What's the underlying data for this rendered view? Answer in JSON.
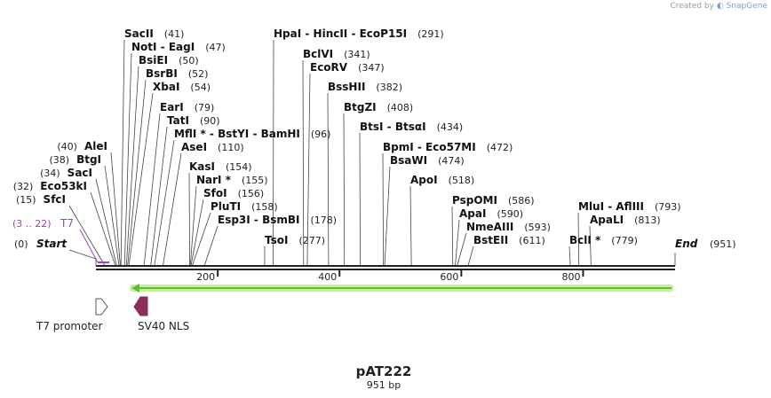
{
  "credit": {
    "prefix": "Created by",
    "brand": "SnapGene"
  },
  "plasmid": {
    "name": "pAT222",
    "length_label": "951 bp",
    "length": 951
  },
  "ruler": {
    "ticks": [
      200,
      400,
      600,
      800
    ]
  },
  "ends": [
    {
      "label": "Start",
      "pos": 0,
      "pos_label": "(0)"
    },
    {
      "label": "End",
      "pos": 951,
      "pos_label": "(951)"
    }
  ],
  "sites": [
    {
      "name": "SfcI",
      "pos": 15,
      "pos_label": "(15)"
    },
    {
      "name": "Eco53kI",
      "pos": 32,
      "pos_label": "(32)"
    },
    {
      "name": "SacI",
      "pos": 34,
      "pos_label": "(34)"
    },
    {
      "name": "BtgI",
      "pos": 38,
      "pos_label": "(38)"
    },
    {
      "name": "AleI",
      "pos": 40,
      "pos_label": "(40)"
    },
    {
      "name": "SacII",
      "pos": 41,
      "pos_label": "(41)"
    },
    {
      "name": "NotI  - EagI",
      "pos": 47,
      "pos_label": "(47)"
    },
    {
      "name": "BsiEI",
      "pos": 50,
      "pos_label": "(50)"
    },
    {
      "name": "BsrBI",
      "pos": 52,
      "pos_label": "(52)"
    },
    {
      "name": "XbaI",
      "pos": 54,
      "pos_label": "(54)"
    },
    {
      "name": "EarI",
      "pos": 79,
      "pos_label": "(79)"
    },
    {
      "name": "TatI",
      "pos": 90,
      "pos_label": "(90)"
    },
    {
      "name": "MflI *  - BstYI  - BamHI",
      "pos": 96,
      "pos_label": "(96)"
    },
    {
      "name": "AseI",
      "pos": 110,
      "pos_label": "(110)"
    },
    {
      "name": "KasI",
      "pos": 154,
      "pos_label": "(154)"
    },
    {
      "name": "NarI *",
      "pos": 155,
      "pos_label": "(155)"
    },
    {
      "name": "SfoI",
      "pos": 156,
      "pos_label": "(156)"
    },
    {
      "name": "PluTI",
      "pos": 158,
      "pos_label": "(158)"
    },
    {
      "name": "Esp3I  - BsmBI",
      "pos": 178,
      "pos_label": "(178)"
    },
    {
      "name": "TsoI",
      "pos": 277,
      "pos_label": "(277)"
    },
    {
      "name": "HpaI  - HincII  - EcoP15I",
      "pos": 291,
      "pos_label": "(291)"
    },
    {
      "name": "BclVI",
      "pos": 341,
      "pos_label": "(341)"
    },
    {
      "name": "EcoRV",
      "pos": 347,
      "pos_label": "(347)"
    },
    {
      "name": "BssHII",
      "pos": 382,
      "pos_label": "(382)"
    },
    {
      "name": "BtgZI",
      "pos": 408,
      "pos_label": "(408)"
    },
    {
      "name": "BtsI  - BtsαI",
      "pos": 434,
      "pos_label": "(434)"
    },
    {
      "name": "BpmI  - Eco57MI",
      "pos": 472,
      "pos_label": "(472)"
    },
    {
      "name": "BsaWI",
      "pos": 474,
      "pos_label": "(474)"
    },
    {
      "name": "ApoI",
      "pos": 518,
      "pos_label": "(518)"
    },
    {
      "name": "PspOMI",
      "pos": 586,
      "pos_label": "(586)"
    },
    {
      "name": "ApaI",
      "pos": 590,
      "pos_label": "(590)"
    },
    {
      "name": "NmeAIII",
      "pos": 593,
      "pos_label": "(593)"
    },
    {
      "name": "BstEII",
      "pos": 611,
      "pos_label": "(611)"
    },
    {
      "name": "BclI *",
      "pos": 779,
      "pos_label": "(779)"
    },
    {
      "name": "MluI  - AflIII",
      "pos": 793,
      "pos_label": "(793)"
    },
    {
      "name": "ApaLI",
      "pos": 813,
      "pos_label": "(813)"
    }
  ],
  "primer": {
    "name": "T7",
    "range_label": "(3 .. 22)",
    "start": 3,
    "end": 22,
    "color": "#a040c0"
  },
  "features": [
    {
      "name": "T7 promoter",
      "direction": "forward",
      "color": "#ffffff",
      "stroke": "#555555"
    },
    {
      "name": "SV40 NLS",
      "direction": "reverse",
      "color": "#8b2e5a",
      "stroke": "#8b2e5a"
    }
  ],
  "orf": {
    "direction": "reverse",
    "color": "#66bb33",
    "glow": "#c8eea0"
  }
}
